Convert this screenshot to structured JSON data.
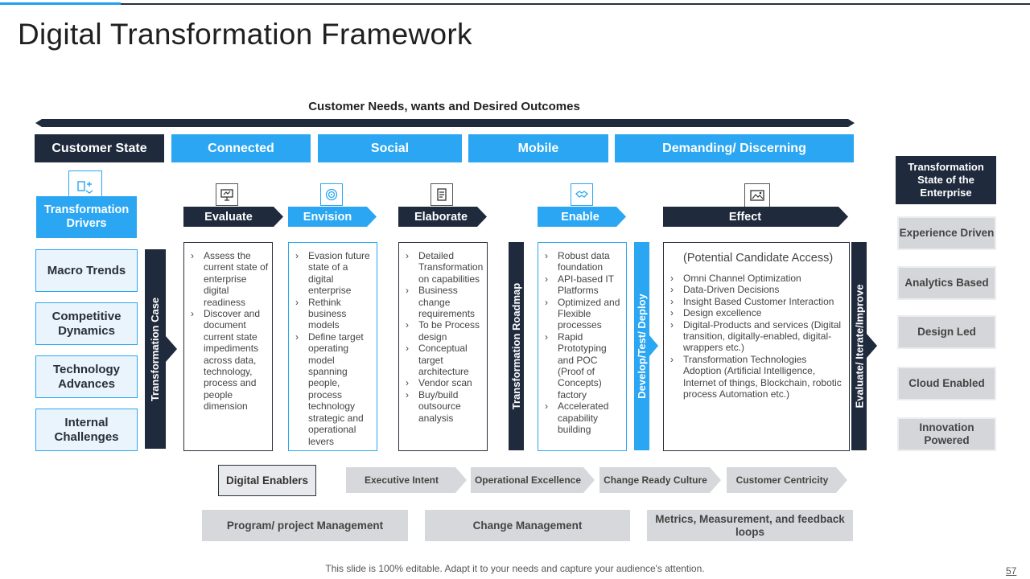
{
  "title": "Digital Transformation Framework",
  "needs_label": "Customer Needs, wants and Desired Outcomes",
  "header": {
    "customer_state": "Customer State",
    "connected": "Connected",
    "social": "Social",
    "mobile": "Mobile",
    "demanding": "Demanding/ Discerning"
  },
  "drivers": {
    "title": "Transformation Drivers",
    "items": [
      "Macro Trends",
      "Competitive Dynamics",
      "Technology Advances",
      "Internal Challenges"
    ]
  },
  "case_label": "Transformation Case",
  "roadmap_label": "Transformation Roadmap",
  "deploy_label": "Develop/Test/ Deploy",
  "improve_label": "Evaluate/ Iterate/Improve",
  "stages": {
    "evaluate": {
      "label": "Evaluate",
      "icon": "presentation-icon",
      "items": [
        "Assess the current state of enterprise digital readiness",
        "Discover and document current state impediments across data, technology, process and people dimension"
      ]
    },
    "envision": {
      "label": "Envision",
      "icon": "target-icon",
      "items": [
        "Evasion future state of a digital enterprise",
        "Rethink business models",
        "Define target operating model spanning people, process technology strategic and operational levers"
      ]
    },
    "elaborate": {
      "label": "Elaborate",
      "icon": "document-icon",
      "items": [
        "Detailed Transformation on capabilities",
        "Business change requirements",
        "To be Process design",
        "Conceptual target architecture",
        "Vendor scan",
        "Buy/build outsource analysis"
      ]
    },
    "enable": {
      "label": "Enable",
      "icon": "handshake-icon",
      "items": [
        "Robust data foundation",
        "API-based IT Platforms",
        "Optimized and Flexible processes",
        "Rapid Prototyping and POC (Proof of Concepts) factory",
        "Accelerated capability building"
      ]
    },
    "effect": {
      "label": "Effect",
      "icon": "image-icon",
      "heading": "(Potential Candidate Access)",
      "items": [
        "Omni Channel Optimization",
        "Data-Driven Decisions",
        "Insight Based Customer Interaction",
        "Design excellence",
        "Digital-Products and services (Digital transition, digitally-enabled, digital-wrappers etc.)",
        "Transformation Technologies Adoption (Artificial Intelligence, Internet of things, Blockchain, robotic process Automation etc.)"
      ]
    }
  },
  "right": {
    "title": "Transformation State of the Enterprise",
    "items": [
      "Experience Driven",
      "Analytics Based",
      "Design Led",
      "Cloud Enabled",
      "Innovation Powered"
    ]
  },
  "enablers": {
    "title": "Digital Enablers",
    "items": [
      "Executive Intent",
      "Operational Excellence",
      "Change Ready Culture",
      "Customer Centricity"
    ]
  },
  "bottom": [
    "Program/ project Management",
    "Change Management",
    "Metrics, Measurement, and feedback loops"
  ],
  "footer": "This slide is 100% editable. Adapt it to your needs and capture your audience's attention.",
  "page_number": "57"
}
